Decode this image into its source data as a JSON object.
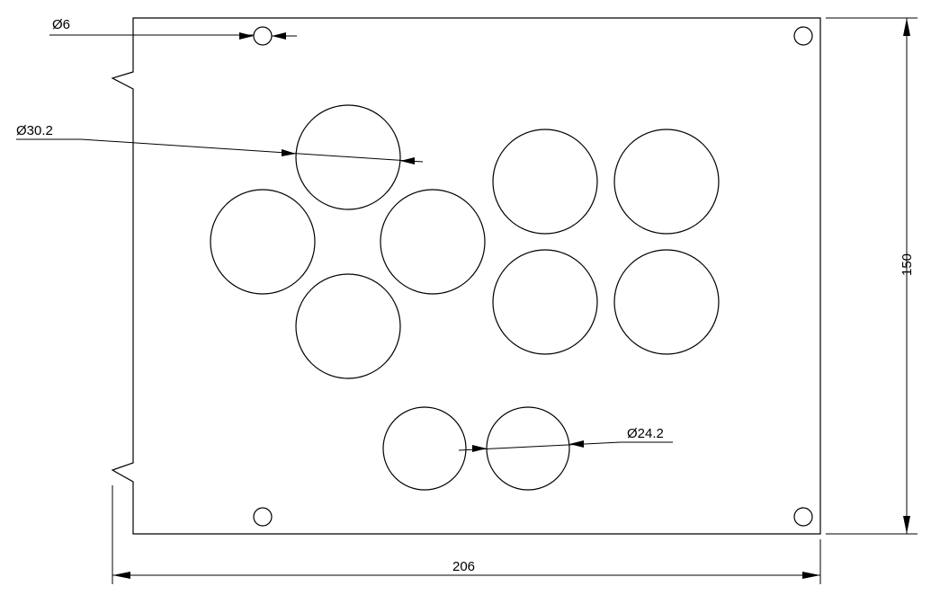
{
  "dimensions": {
    "small_hole_diameter": "Ø6",
    "large_hole_diameter": "Ø30.2",
    "medium_hole_diameter": "Ø24.2",
    "overall_width": "206",
    "overall_height": "150"
  },
  "colors": {
    "line": "#000000",
    "background": "#ffffff"
  }
}
